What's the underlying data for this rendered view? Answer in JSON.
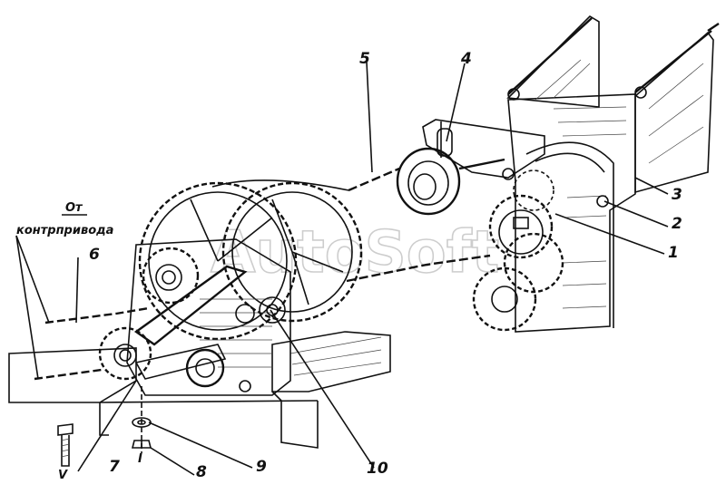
{
  "diagram": {
    "source_caption_line1": "От",
    "source_caption_line2": "контрпривода",
    "watermark": "AutoSoft",
    "callouts": [
      {
        "id": "1",
        "text": "1"
      },
      {
        "id": "2",
        "text": "2"
      },
      {
        "id": "3",
        "text": "3"
      },
      {
        "id": "4",
        "text": "4"
      },
      {
        "id": "5",
        "text": "5"
      },
      {
        "id": "6",
        "text": "6"
      },
      {
        "id": "7",
        "text": "7"
      },
      {
        "id": "8",
        "text": "8"
      },
      {
        "id": "9",
        "text": "9"
      },
      {
        "id": "10",
        "text": "10"
      }
    ],
    "small_letters": [
      {
        "id": "V",
        "text": "V"
      },
      {
        "id": "I",
        "text": "I"
      }
    ]
  }
}
